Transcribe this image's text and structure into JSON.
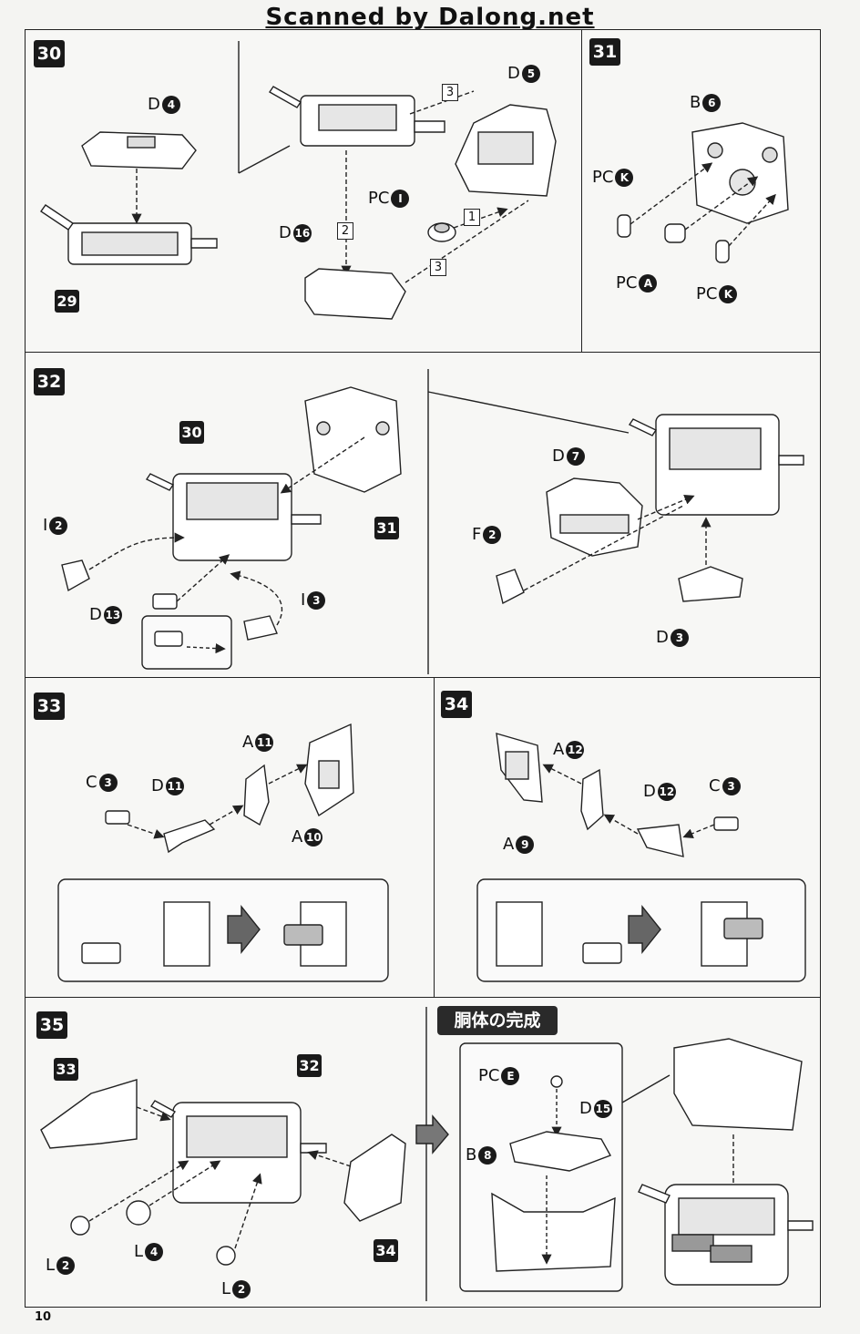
{
  "header": "Scanned by Dalong.net",
  "page_number": "10",
  "completion_label": "胴体の完成",
  "steps": {
    "s30": "30",
    "s31": "31",
    "s32": "32",
    "s33": "33",
    "s34": "34",
    "s35": "35"
  },
  "refs": {
    "r29": "29",
    "r30": "30",
    "r31": "31",
    "r32": "32",
    "r33": "33",
    "r34": "34"
  },
  "order_marks": {
    "one": "1",
    "two": "2",
    "three_a": "3",
    "three_b": "3"
  },
  "parts": {
    "p30_d4": {
      "letter": "D",
      "num": "4"
    },
    "p30_d5": {
      "letter": "D",
      "num": "5"
    },
    "p30_pci": {
      "letter": "PC",
      "num": "I"
    },
    "p30_d16": {
      "letter": "D",
      "num": "16"
    },
    "p31_b6": {
      "letter": "B",
      "num": "6"
    },
    "p31_pck1": {
      "letter": "PC",
      "num": "K"
    },
    "p31_pca": {
      "letter": "PC",
      "num": "A"
    },
    "p31_pck2": {
      "letter": "PC",
      "num": "K"
    },
    "p32_i2": {
      "letter": "I",
      "num": "2"
    },
    "p32_d13": {
      "letter": "D",
      "num": "13"
    },
    "p32_i3": {
      "letter": "I",
      "num": "3"
    },
    "p32_d7": {
      "letter": "D",
      "num": "7"
    },
    "p32_f2": {
      "letter": "F",
      "num": "2"
    },
    "p32_d3": {
      "letter": "D",
      "num": "3"
    },
    "p33_c3": {
      "letter": "C",
      "num": "3"
    },
    "p33_d11": {
      "letter": "D",
      "num": "11"
    },
    "p33_a11": {
      "letter": "A",
      "num": "11"
    },
    "p33_a10": {
      "letter": "A",
      "num": "10"
    },
    "p34_a12": {
      "letter": "A",
      "num": "12"
    },
    "p34_a9": {
      "letter": "A",
      "num": "9"
    },
    "p34_d12": {
      "letter": "D",
      "num": "12"
    },
    "p34_c3": {
      "letter": "C",
      "num": "3"
    },
    "p35_l2a": {
      "letter": "L",
      "num": "2"
    },
    "p35_l4": {
      "letter": "L",
      "num": "4"
    },
    "p35_l2b": {
      "letter": "L",
      "num": "2"
    },
    "p35_pce": {
      "letter": "PC",
      "num": "E"
    },
    "p35_d15": {
      "letter": "D",
      "num": "15"
    },
    "p35_b8": {
      "letter": "B",
      "num": "8"
    }
  }
}
